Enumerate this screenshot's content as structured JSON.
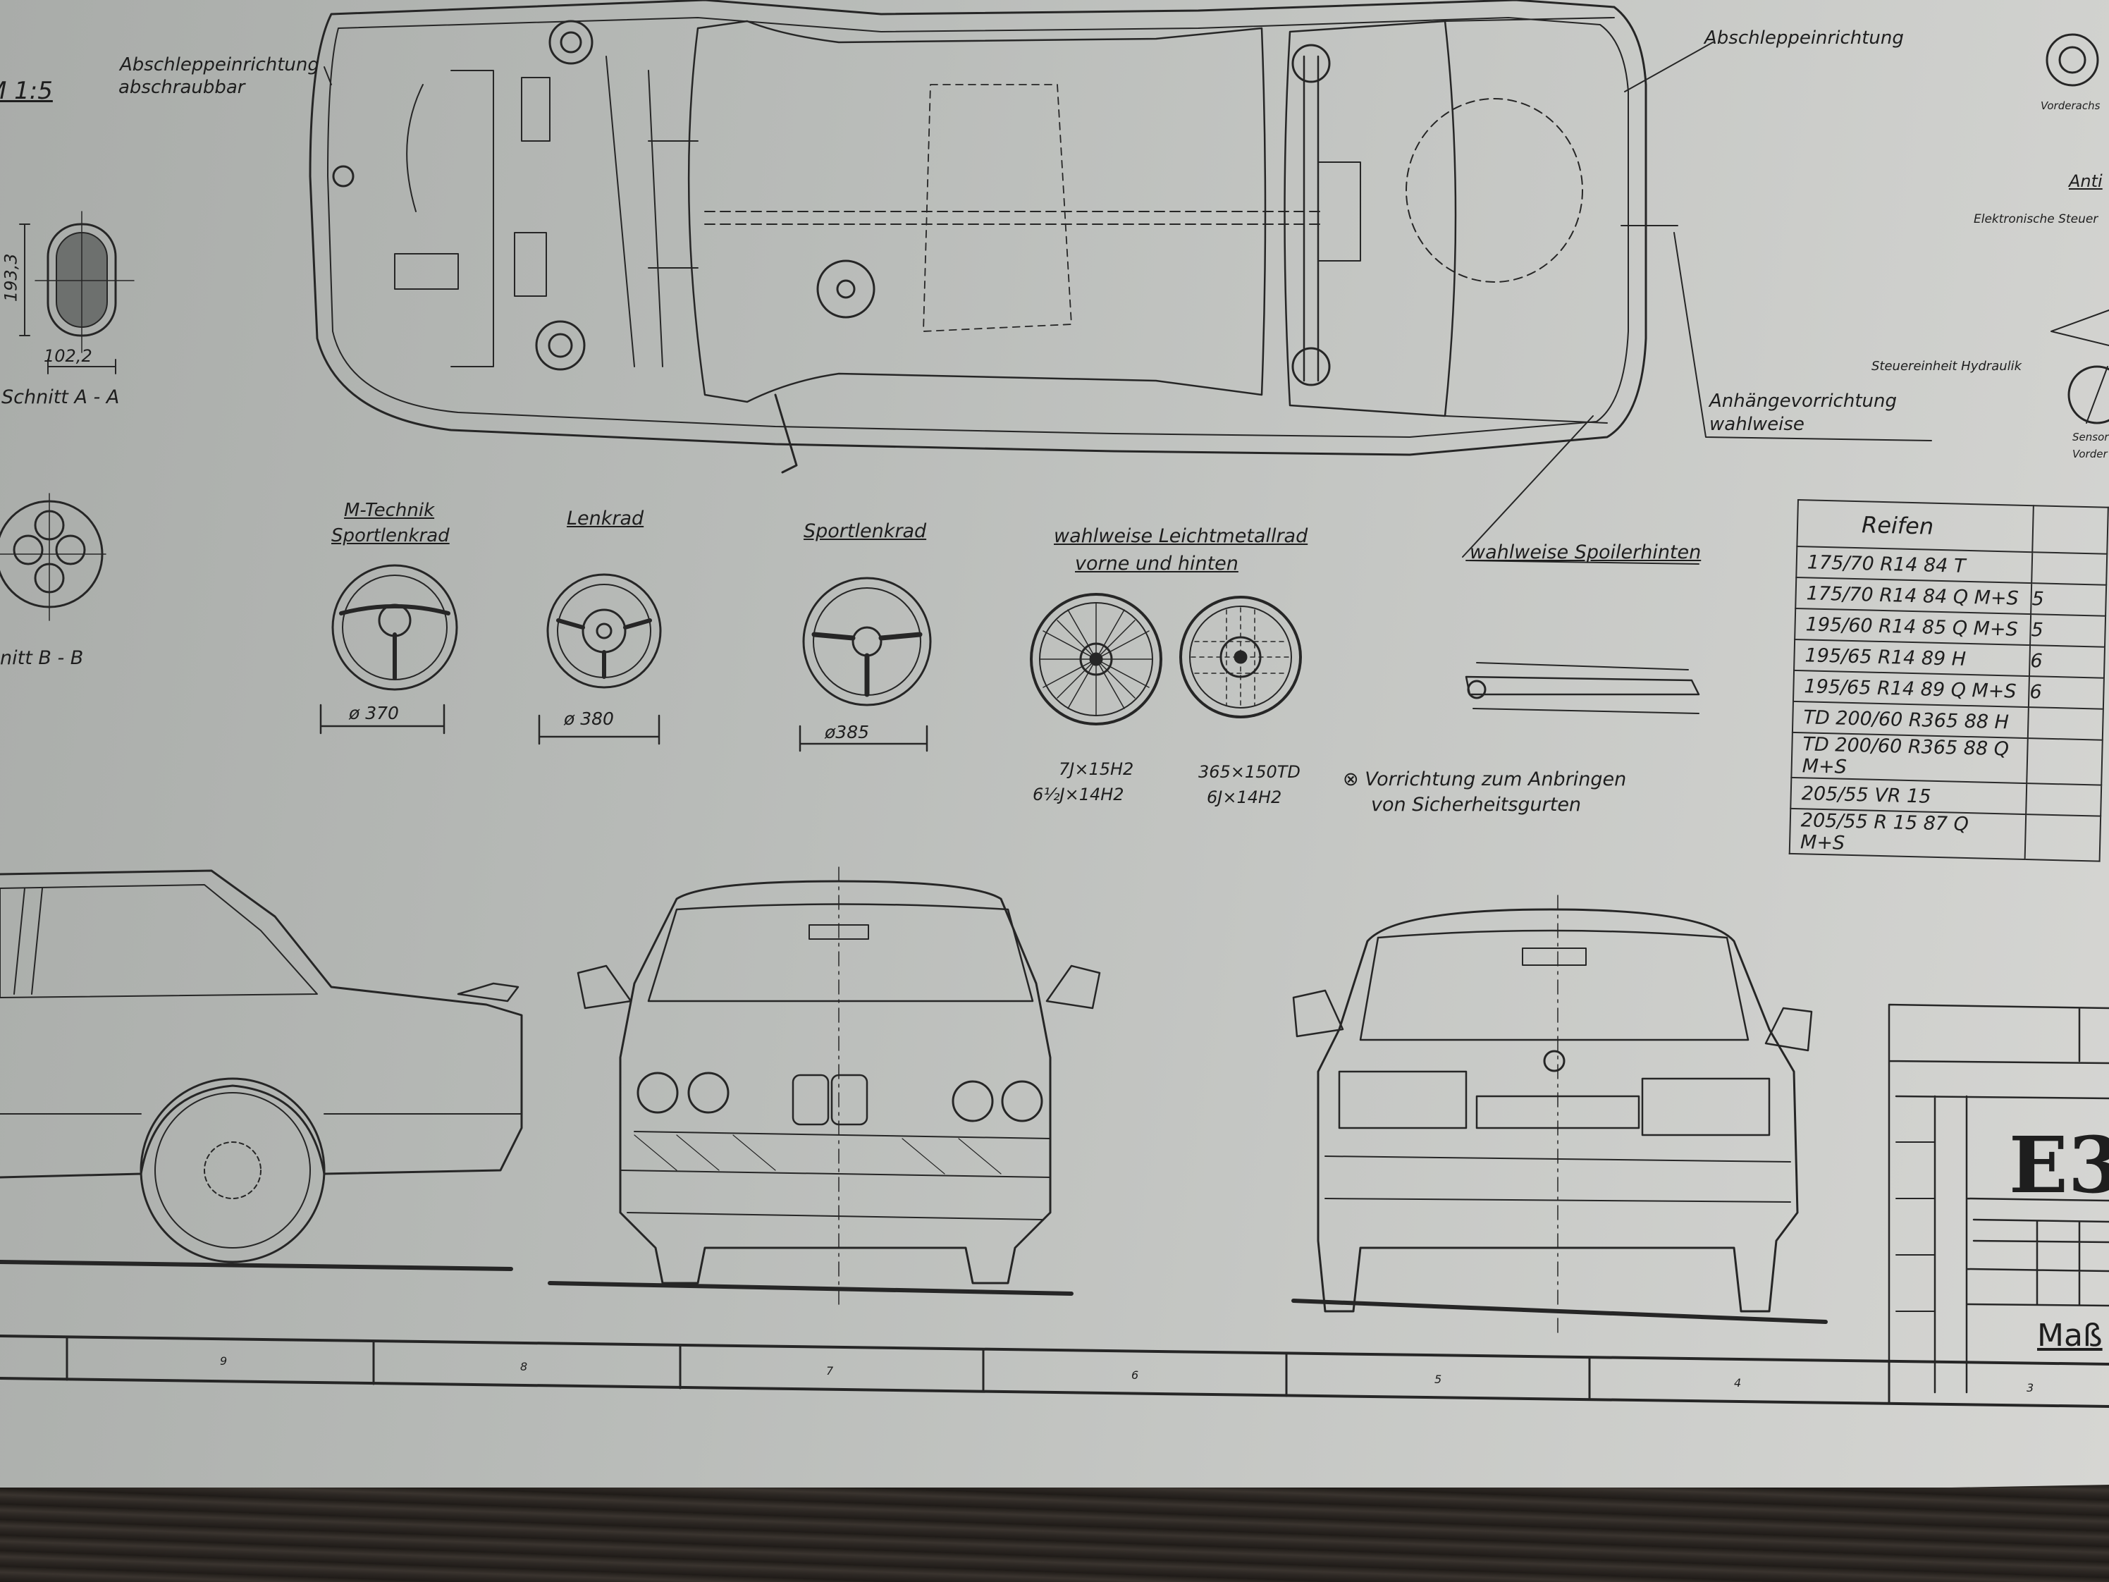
{
  "labels": {
    "scale": "M 1:5",
    "tow_front_line1": "Abschleppeinrichtung",
    "tow_front_line2": "abschraubbar",
    "tow_rear": "Abschleppeinrichtung",
    "section_a_dim_h": "193,3",
    "section_a_dim_w": "102,2",
    "section_a": "Schnitt A - A",
    "section_b": "nitt B - B",
    "hitch_line1": "Anhängevorrichtung",
    "hitch_line2": "wahlweise",
    "spoiler": "wahlweise Spoilerhinten",
    "mtech_line1": "M-Technik",
    "mtech_line2": "Sportlenkrad",
    "lenkrad": "Lenkrad",
    "sportlenkrad": "Sportlenkrad",
    "alloy_line1": "wahlweise Leichtmetallrad",
    "alloy_line2": "vorne und hinten",
    "dia_370": "ø 370",
    "dia_380": "ø 380",
    "dia_385": "ø385",
    "wheel1_line1": "7J×15H2",
    "wheel1_line2": "6½J×14H2",
    "wheel2_line1": "365×150TD",
    "wheel2_line2": "6J×14H2",
    "belt_line1": "⊗ Vorrichtung zum Anbringen",
    "belt_line2": "von Sicherheitsgurten",
    "vorderachse": "Vorderachs",
    "anti": "Anti",
    "elektr": "Elektronische Steuer",
    "steuereinheit": "Steuereinheit Hydraulik",
    "sensor_line1": "Sensor",
    "sensor_line2": "Vorder",
    "title_e3": "E3",
    "title_mass": "Maß",
    "frame_numbers": [
      "9",
      "8",
      "7",
      "6",
      "5",
      "4",
      "3"
    ]
  },
  "tyres": {
    "header": "Reifen",
    "rows": [
      {
        "size": "175/70 R14 84 T",
        "side": ""
      },
      {
        "size": "175/70 R14 84 Q M+S",
        "side": "5"
      },
      {
        "size": "195/60 R14 85 Q M+S",
        "side": "5"
      },
      {
        "size": "195/65 R14 89 H",
        "side": "6"
      },
      {
        "size": "195/65 R14 89 Q M+S",
        "side": "6"
      },
      {
        "size": "TD 200/60 R365 88 H",
        "side": ""
      },
      {
        "size": "TD 200/60 R365 88 Q M+S",
        "side": ""
      },
      {
        "size": "205/55 VR 15",
        "side": ""
      },
      {
        "size": "205/55 R 15 87 Q M+S",
        "side": ""
      }
    ]
  },
  "colors": {
    "line": "#262626",
    "paper": "#c2c4c1"
  }
}
